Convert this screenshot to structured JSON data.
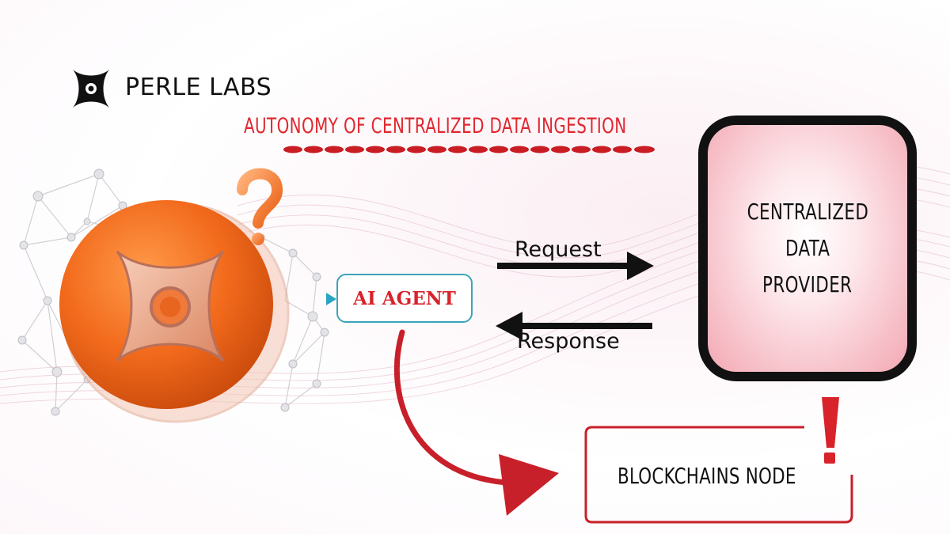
{
  "brand": {
    "name": "PERLE LABS",
    "logo_icon": "perle-star-logo-icon"
  },
  "heading": {
    "text": "AUTONOMY OF CENTRALIZED DATA INGESTION"
  },
  "agent": {
    "label": "AI AGENT"
  },
  "flows": {
    "request": "Request",
    "response": "Response"
  },
  "provider": {
    "lines": [
      "CENTRALIZED",
      "DATA",
      "PROVIDER"
    ]
  },
  "node": {
    "label": "BLOCKCHAINS NODE"
  },
  "decor": {
    "question_icon": "question-mark-icon",
    "alert_icon": "exclamation-mark-icon"
  },
  "colors": {
    "accent_red": "#e0262e",
    "agent_border": "#3aa5b8",
    "orb_orange": "#f26a1c",
    "provider_border": "#111111",
    "node_border": "#c8202a"
  }
}
